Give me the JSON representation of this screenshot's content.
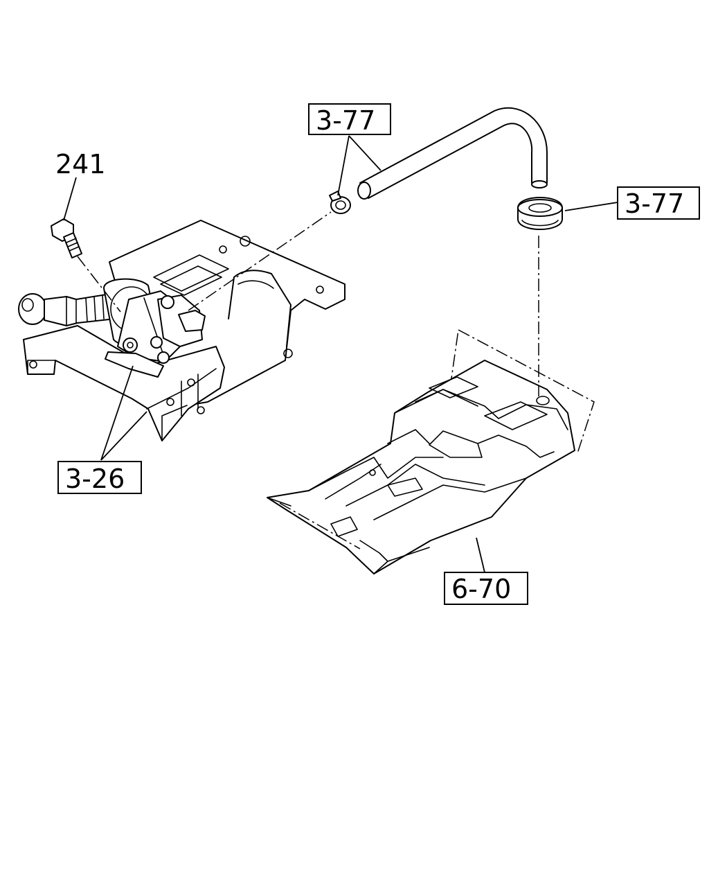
{
  "callouts": {
    "bolt": "241",
    "hose_top": "3-77",
    "grommet": "3-77",
    "pump_bracket": "3-26",
    "tank_cover": "6-70"
  }
}
